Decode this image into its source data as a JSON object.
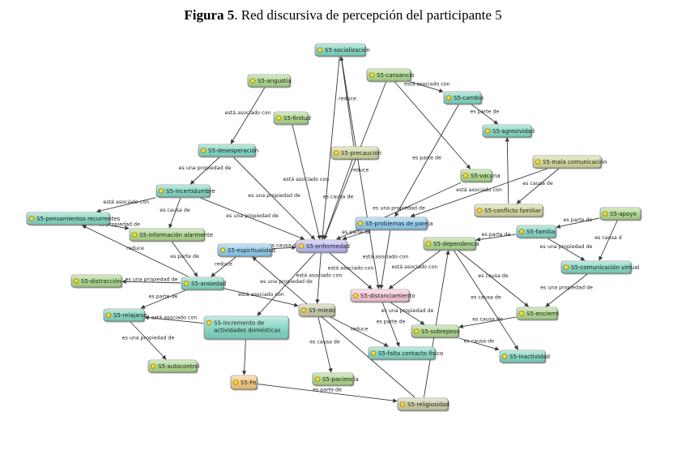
{
  "caption": {
    "bold": "Figura 5",
    "rest": ". Red discursiva de percepción del participante 5"
  },
  "colors": {
    "teal": "#7fd3c0",
    "green": "#a9d48a",
    "olive": "#cfd39a",
    "blue": "#8cc8ea",
    "lavender": "#b9b6ee",
    "pink": "#f3c3cf",
    "orange": "#f0c27a",
    "tan": "#c9c9a5",
    "edge": "#3a3a3a"
  },
  "nodes": [
    {
      "id": "socializacion",
      "label": "S5-socialización",
      "color": "teal"
    },
    {
      "id": "cansancio",
      "label": "S5-cansancio",
      "color": "green"
    },
    {
      "id": "angustia",
      "label": "S5-angustia",
      "color": "green"
    },
    {
      "id": "cambio",
      "label": "S5-cambio",
      "color": "teal"
    },
    {
      "id": "finitud",
      "label": "S5-finitud",
      "color": "green"
    },
    {
      "id": "agresividad",
      "label": "S5-agresividad",
      "color": "teal"
    },
    {
      "id": "desesperacion",
      "label": "S5-desesperación",
      "color": "teal"
    },
    {
      "id": "precaucion",
      "label": "S5-precaución",
      "color": "olive"
    },
    {
      "id": "malacom",
      "label": "S5-mala comunicación",
      "color": "olive"
    },
    {
      "id": "vacuna",
      "label": "S5-vacuna",
      "color": "green"
    },
    {
      "id": "incertidumbre",
      "label": "S5-incertidumbre",
      "color": "teal"
    },
    {
      "id": "conflicto",
      "label": "S5-conflicto familiar",
      "color": "olive"
    },
    {
      "id": "apoyo",
      "label": "S5-apoyo",
      "color": "green"
    },
    {
      "id": "pensamientos",
      "label": "S5-pensamientos recurrentes",
      "color": "teal"
    },
    {
      "id": "problemas",
      "label": "S5-problemas de pareja",
      "color": "blue"
    },
    {
      "id": "familia",
      "label": "S5-familia",
      "color": "teal"
    },
    {
      "id": "infoalarmente",
      "label": "S5-información alarmente",
      "color": "green"
    },
    {
      "id": "espiritualidad",
      "label": "S5-espiritualidad",
      "color": "blue"
    },
    {
      "id": "enfermedad",
      "label": "S5-enfermedad",
      "color": "lavender"
    },
    {
      "id": "dependencia",
      "label": "S5-dependencia",
      "color": "green"
    },
    {
      "id": "comvirtual",
      "label": "S5-comunicación virtual",
      "color": "teal"
    },
    {
      "id": "distraccion",
      "label": "S5-distracción",
      "color": "green"
    },
    {
      "id": "ansiedad",
      "label": "S5-ansiedad",
      "color": "teal"
    },
    {
      "id": "distanciamiento",
      "label": "S5-distanciamiento",
      "color": "pink"
    },
    {
      "id": "relajarse",
      "label": "S5-relajarse",
      "color": "teal"
    },
    {
      "id": "incremento",
      "label": "S5-incremento de actividades domésticas",
      "color": "teal"
    },
    {
      "id": "miedo",
      "label": "S5-miedo",
      "color": "tan"
    },
    {
      "id": "encierro",
      "label": "S5-encierro",
      "color": "green"
    },
    {
      "id": "sobrepeso",
      "label": "S5-sobrepeso",
      "color": "green"
    },
    {
      "id": "faltacontacto",
      "label": "S5-falta contacto físico",
      "color": "teal"
    },
    {
      "id": "inactividad",
      "label": "S5-inactividad",
      "color": "teal"
    },
    {
      "id": "autocontrol",
      "label": "S5-autocontrol",
      "color": "green"
    },
    {
      "id": "fe",
      "label": "S5-Fe",
      "color": "orange"
    },
    {
      "id": "paciencia",
      "label": "S5-paciencia",
      "color": "green"
    },
    {
      "id": "religiosidad",
      "label": "S5-religiosidad",
      "color": "tan"
    }
  ],
  "edges": [
    {
      "from": "socializacion",
      "to": "distanciamiento",
      "label": "reduce"
    },
    {
      "from": "socializacion",
      "to": "enfermedad",
      "label": ""
    },
    {
      "from": "cansancio",
      "to": "cambio",
      "label": "está asociado con"
    },
    {
      "from": "cansancio",
      "to": "enfermedad",
      "label": "es causa de"
    },
    {
      "from": "cansancio",
      "to": "vacuna",
      "label": ""
    },
    {
      "from": "cambio",
      "to": "agresividad",
      "label": "es parte de"
    },
    {
      "from": "cambio",
      "to": "problemas",
      "label": "es parte de"
    },
    {
      "from": "angustia",
      "to": "desesperacion",
      "label": "está asociado con"
    },
    {
      "from": "finitud",
      "to": "enfermedad",
      "label": "está asociado con"
    },
    {
      "from": "desesperacion",
      "to": "incertidumbre",
      "label": "es una propiedad de"
    },
    {
      "from": "desesperacion",
      "to": "enfermedad",
      "label": "es una propiedad de"
    },
    {
      "from": "precaucion",
      "to": "enfermedad",
      "label": "es causa de"
    },
    {
      "from": "precaucion",
      "to": "socializacion",
      "label": "reduce"
    },
    {
      "from": "vacuna",
      "to": "enfermedad",
      "label": "es una propiedad de"
    },
    {
      "from": "malacom",
      "to": "conflicto",
      "label": "es causa de"
    },
    {
      "from": "malacom",
      "to": "problemas",
      "label": "está asociado con"
    },
    {
      "from": "incertidumbre",
      "to": "pensamientos",
      "label": "está asociado con"
    },
    {
      "from": "incertidumbre",
      "to": "infoalarmente",
      "label": "es causa de"
    },
    {
      "from": "incertidumbre",
      "to": "enfermedad",
      "label": "es una propiedad de"
    },
    {
      "from": "pensamientos",
      "to": "infoalarmente",
      "label": "es propiedad de"
    },
    {
      "from": "conflicto",
      "to": "agresividad",
      "label": ""
    },
    {
      "from": "apoyo",
      "to": "familia",
      "label": "es parte de"
    },
    {
      "from": "apoyo",
      "to": "comvirtual",
      "label": "es causa d"
    },
    {
      "from": "familia",
      "to": "dependencia",
      "label": "es parte de"
    },
    {
      "from": "familia",
      "to": "comvirtual",
      "label": "es una propiedad de"
    },
    {
      "from": "comvirtual",
      "to": "encierro",
      "label": "es una propiedad de"
    },
    {
      "from": "problemas",
      "to": "enfermedad",
      "label": "es parte de"
    },
    {
      "from": "problemas",
      "to": "distanciamiento",
      "label": "está asociado con"
    },
    {
      "from": "dependencia",
      "to": "distanciamiento",
      "label": "está asociado con"
    },
    {
      "from": "dependencia",
      "to": "encierro",
      "label": "es causa de"
    },
    {
      "from": "dependencia",
      "to": "inactividad",
      "label": "es causa de"
    },
    {
      "from": "infoalarmente",
      "to": "ansiedad",
      "label": "es parte de"
    },
    {
      "from": "espiritualidad",
      "to": "ansiedad",
      "label": "reduce"
    },
    {
      "from": "espiritualidad",
      "to": "enfermedad",
      "label": "es causa de"
    },
    {
      "from": "enfermedad",
      "to": "miedo",
      "label": "está asociado con"
    },
    {
      "from": "enfermedad",
      "to": "distanciamiento",
      "label": "está asociado con"
    },
    {
      "from": "enfermedad",
      "to": "incremento",
      "label": "es una propiedad de"
    },
    {
      "from": "ansiedad",
      "to": "pensamientos",
      "label": "reduce"
    },
    {
      "from": "ansiedad",
      "to": "relajarse",
      "label": "es parte de"
    },
    {
      "from": "ansiedad",
      "to": "distraccion",
      "label": "es una propiedad de"
    },
    {
      "from": "ansiedad",
      "to": "miedo",
      "label": "está asociado con"
    },
    {
      "from": "incremento",
      "to": "relajarse",
      "label": "está asociado con"
    },
    {
      "from": "incremento",
      "to": "fe",
      "label": ""
    },
    {
      "from": "relajarse",
      "to": "autocontrol",
      "label": "es una propiedad de"
    },
    {
      "from": "distanciamiento",
      "to": "sobrepeso",
      "label": "es una propiedad de"
    },
    {
      "from": "distanciamiento",
      "to": "faltacontacto",
      "label": "es parte de"
    },
    {
      "from": "miedo",
      "to": "faltacontacto",
      "label": "reduce"
    },
    {
      "from": "miedo",
      "to": "paciencia",
      "label": "es causa de"
    },
    {
      "from": "encierro",
      "to": "sobrepeso",
      "label": "es causa de"
    },
    {
      "from": "sobrepeso",
      "to": "inactividad",
      "label": "es causa de"
    },
    {
      "from": "fe",
      "to": "religiosidad",
      "label": "es parte de"
    },
    {
      "from": "religiosidad",
      "to": "espiritualidad",
      "label": ""
    },
    {
      "from": "religiosidad",
      "to": "dependencia",
      "label": ""
    }
  ]
}
